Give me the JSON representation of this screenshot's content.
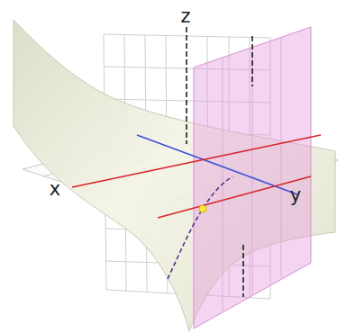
{
  "diagram": {
    "labels": [
      "z",
      "x",
      "y"
    ]
  }
}
